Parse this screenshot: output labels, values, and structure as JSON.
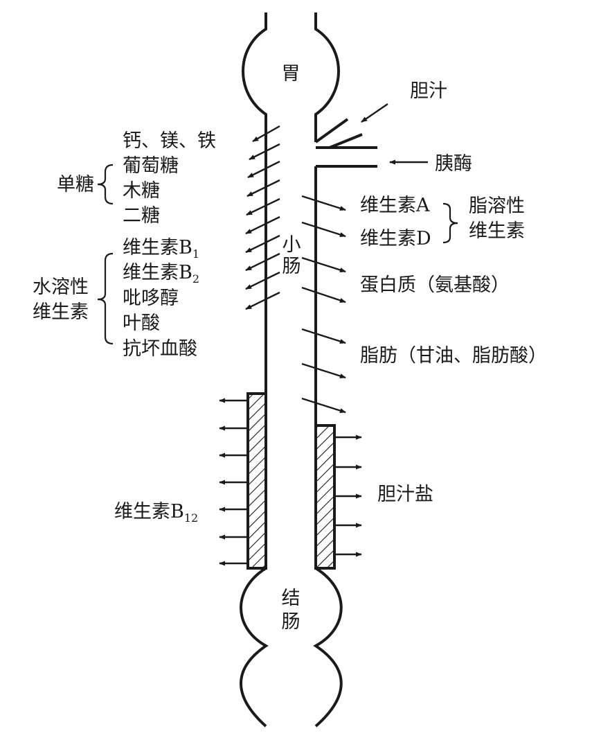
{
  "organs": {
    "stomach": "胃",
    "small_intestine_line1": "小",
    "small_intestine_line2": "肠",
    "colon_line1": "结",
    "colon_line2": "肠"
  },
  "inputs": {
    "bile": "胆汁",
    "pancreatic_enzymes": "胰酶"
  },
  "left_absorbed": {
    "minerals": "钙、镁、铁",
    "monosaccharides_group": "单糖",
    "glucose": "葡萄糖",
    "xylose": "木糖",
    "disaccharides": "二糖",
    "water_soluble_group_line1": "水溶性",
    "water_soluble_group_line2": "维生素",
    "vitamin_b1": {
      "base": "维生素B",
      "sub": "1"
    },
    "vitamin_b2": {
      "base": "维生素B",
      "sub": "2"
    },
    "pyridoxine": "吡哆醇",
    "folic_acid": "叶酸",
    "ascorbic_acid": "抗坏血酸",
    "vitamin_b12": {
      "base": "维生素B",
      "sub": "12"
    }
  },
  "right_absorbed": {
    "vitamin_a": "维生素A",
    "vitamin_d": "维生素D",
    "fat_soluble_group_line1": "脂溶性",
    "fat_soluble_group_line2": "维生素",
    "protein": "蛋白质（氨基酸）",
    "fat": "脂肪（甘油、脂肪酸）",
    "bile_salts": "胆汁盐"
  }
}
